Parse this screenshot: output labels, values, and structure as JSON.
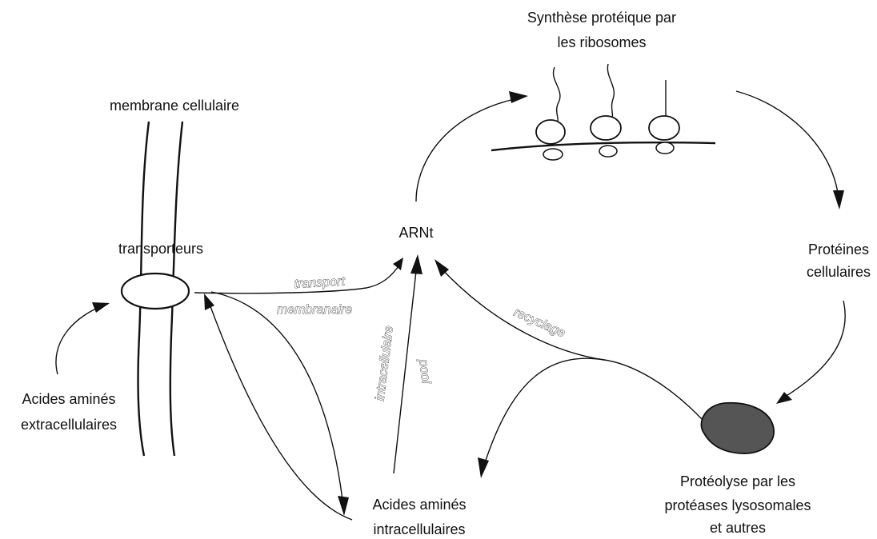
{
  "labels": {
    "synthese_line1": "Synthèse protéique par",
    "synthese_line2": "les ribosomes",
    "membrane": "membrane cellulaire",
    "transporteurs": "transporteurs",
    "arnt": "ARNt",
    "proteines_line1": "Protéines",
    "proteines_line2": "cellulaires",
    "aa_extra_line1": "Acides aminés",
    "aa_extra_line2": "extracellulaires",
    "aa_intra_line1": "Acides aminés",
    "aa_intra_line2": "intracellulaires",
    "proteolyse_line1": "Protéolyse par les",
    "proteolyse_line2": "protéases lysosomales",
    "proteolyse_line3": "et autres"
  },
  "edge_labels": {
    "transport": "transport",
    "membranaire": "membranaire",
    "pool": "pool",
    "intracellulaire": "intracellulaire",
    "recyclage": "recyclage"
  },
  "colors": {
    "ink": "#111111",
    "background": "#ffffff",
    "lysosome_fill": "#555555"
  }
}
